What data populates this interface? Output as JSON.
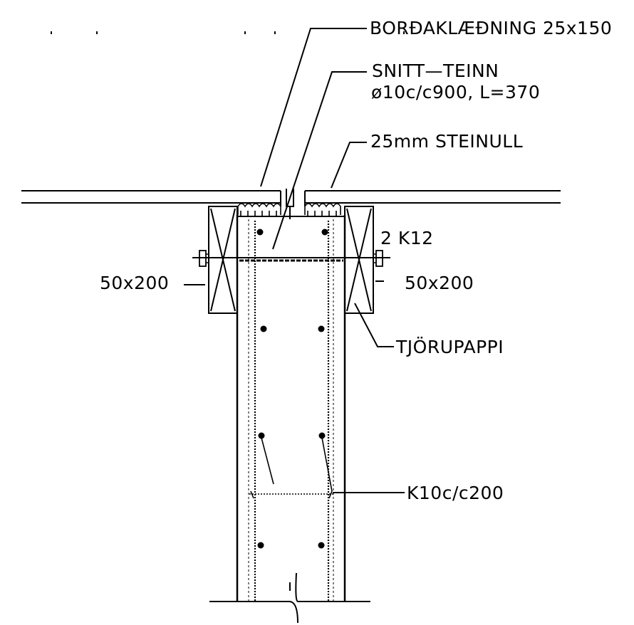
{
  "labels": {
    "cladding": "BORÐAKLÆÐNING 25x150",
    "tie_rod_line1": "SNITT—TEINN",
    "tie_rod_line2": "ø10c/c900, L=370",
    "insulation": "25mm STEINULL",
    "rebar_main": "2 K12",
    "timber_left": "50x200",
    "timber_right": "50x200",
    "tar_paper": "TJÖRUPAPPI",
    "stirrups": "K10c/c200"
  }
}
